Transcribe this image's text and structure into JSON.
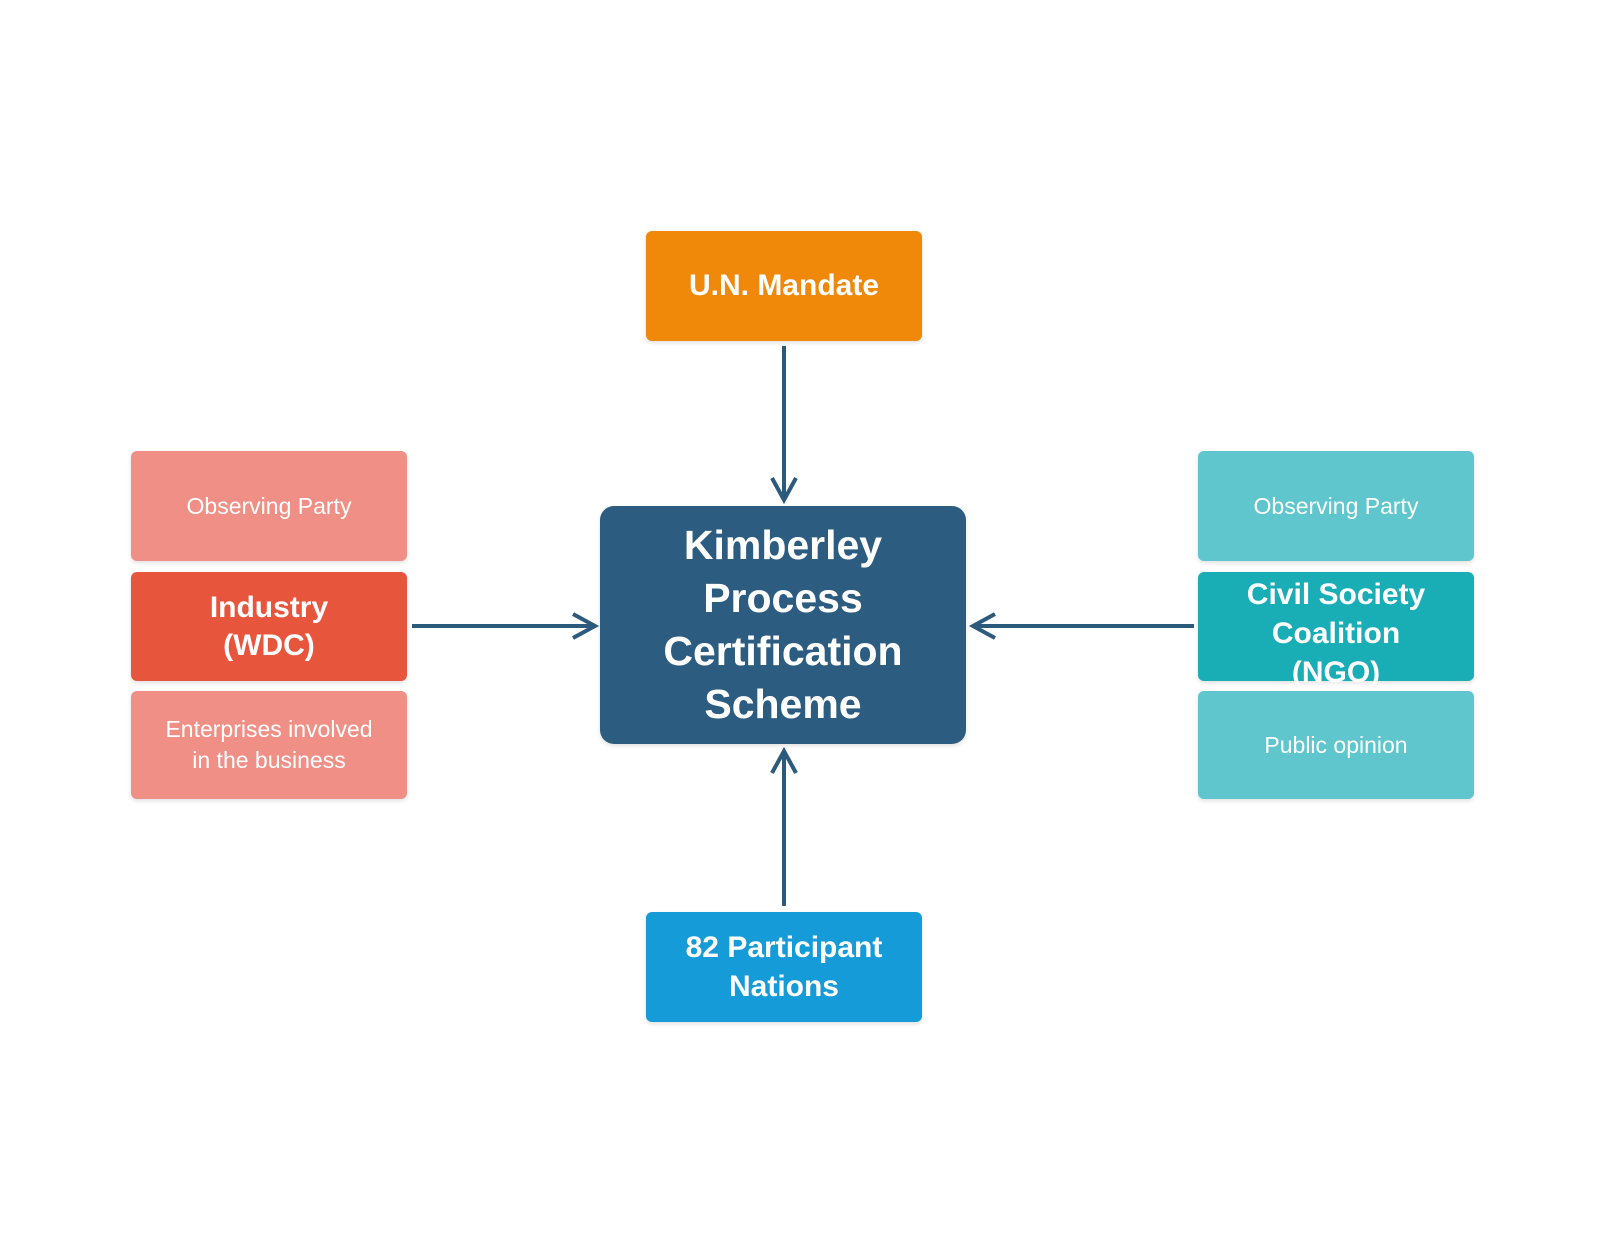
{
  "colors": {
    "center": "#2c5c7f",
    "top": "#f0890a",
    "bottom": "#159bd7",
    "left_light": "#f08f85",
    "left_dark": "#e8553d",
    "right_light": "#5ec6cc",
    "right_dark": "#19aeb6",
    "arrow": "#2c5a7c"
  },
  "center": {
    "label": "Kimberley\nProcess\nCertification\nScheme"
  },
  "top": {
    "label": "U.N. Mandate"
  },
  "bottom": {
    "label": "82 Participant\nNations"
  },
  "left": {
    "observer": "Observing Party",
    "main": "Industry\n(WDC)",
    "enterprises": "Enterprises involved\nin the business"
  },
  "right": {
    "observer": "Observing Party",
    "main": "Civil Society\nCoalition\n(NGO)",
    "public": "Public opinion"
  }
}
